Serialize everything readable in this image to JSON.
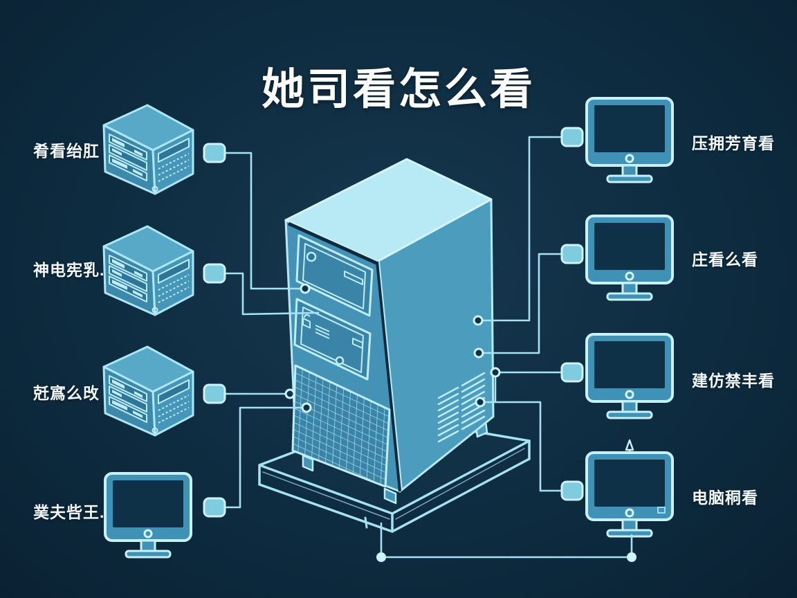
{
  "title": "她司看怎么看",
  "colors": {
    "background": "#0e2c40",
    "accent_outline": "#b7eaf5",
    "line": "#a5e3f2",
    "tower_top": "#b7eaf5",
    "tower_front": "#4493b7",
    "tower_side": "#4c9cbe",
    "panel": "#3a84a8",
    "screen": "#0f3147",
    "label_text": "#f3fbff"
  },
  "nodes": {
    "center": {
      "type": "server-tower"
    },
    "left": [
      {
        "type": "server-cube",
        "label": "肴看绐肛"
      },
      {
        "type": "server-cube",
        "label": "神电宪乳."
      },
      {
        "type": "server-cube",
        "label": "兛寪么攺"
      },
      {
        "type": "monitor",
        "label": "菐夫呰王."
      }
    ],
    "right": [
      {
        "type": "monitor",
        "label": "压拥芳育看"
      },
      {
        "type": "monitor",
        "label": "庄看么看"
      },
      {
        "type": "monitor",
        "label": "建仿禁丰看"
      },
      {
        "type": "monitor",
        "label": "电脑秱看"
      }
    ]
  },
  "icons": [
    "server-tower-icon",
    "server-cube-icon",
    "monitor-icon",
    "connector-port-icon",
    "junction-dot-icon",
    "base-platform-icon"
  ]
}
